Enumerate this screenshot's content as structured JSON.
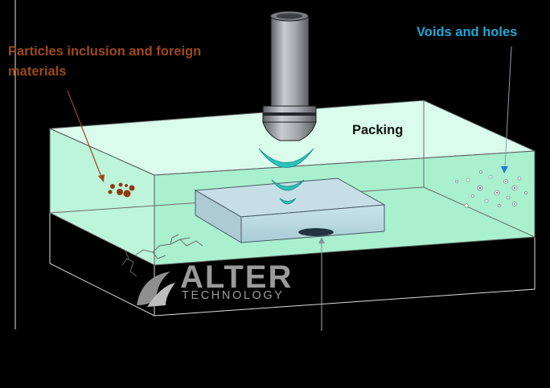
{
  "labels": {
    "particles_line1": "Particles inclusion and foreign",
    "particles_line2": "materials",
    "voids": "Voids and holes",
    "packing": "Packing"
  },
  "logo": {
    "name": "ALTER",
    "subtitle": "TECHNOLOGY"
  },
  "colors": {
    "background": "#000000",
    "packing_fill": "#d7fbe8",
    "die_fill": "#bcd9e0",
    "particles": "#8e3b12",
    "voids_label": "#1fa6d6",
    "wave": "#22b8b4",
    "transducer": "#9aa0a6"
  }
}
